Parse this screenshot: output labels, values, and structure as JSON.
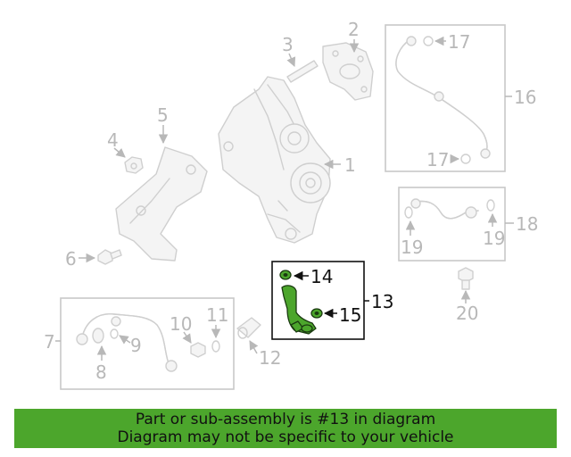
{
  "callouts": {
    "c1": "1",
    "c2": "2",
    "c3": "3",
    "c4": "4",
    "c5": "5",
    "c6": "6",
    "c7": "7",
    "c8": "8",
    "c9": "9",
    "c10": "10",
    "c11": "11",
    "c12": "12",
    "c13": "13",
    "c14": "14",
    "c15": "15",
    "c16": "16",
    "c17a": "17",
    "c17b": "17",
    "c18": "18",
    "c19a": "19",
    "c19b": "19",
    "c20": "20"
  },
  "highlight_color": "#4ca62c",
  "banner": {
    "line1": "Part or sub-assembly is #13 in diagram",
    "line2": "Diagram may not be specific to your vehicle"
  }
}
